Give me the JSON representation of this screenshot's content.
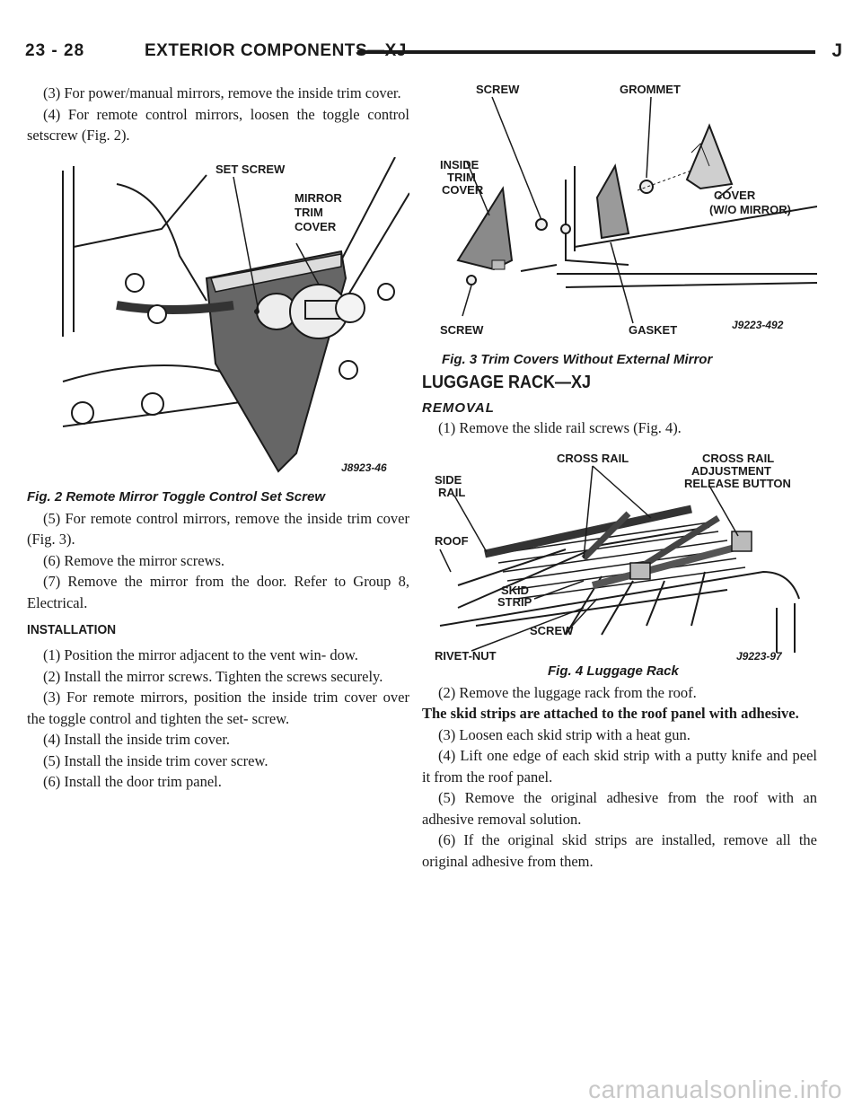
{
  "header": {
    "page_number": "23 - 28",
    "title": "EXTERIOR COMPONENTS—XJ",
    "brand": "J"
  },
  "left": {
    "steps_top": [
      "(3) For power/manual mirrors, remove the inside trim cover.",
      "(4) For remote control mirrors, loosen the toggle control setscrew (Fig. 2)."
    ],
    "fig2": {
      "labels": [
        "SET SCREW",
        "MIRROR",
        "TRIM",
        "COVER"
      ],
      "id": "J8923-46",
      "caption": "Fig. 2 Remote Mirror Toggle Control Set Screw"
    },
    "steps_mid": [
      "(5) For remote control mirrors, remove the inside trim cover (Fig. 3).",
      "(6) Remove the mirror screws.",
      "(7) Remove the mirror from the door. Refer to Group 8, Electrical."
    ],
    "installation_heading": "INSTALLATION",
    "installation_steps": [
      "(1) Position the mirror adjacent to the vent win- dow.",
      "(2) Install the mirror screws. Tighten the screws securely.",
      "(3) For remote mirrors, position the inside trim cover over the toggle control and tighten the set- screw.",
      "(4) Install the inside trim cover.",
      "(5) Install the inside trim cover screw.",
      "(6) Install the door trim panel."
    ]
  },
  "right": {
    "fig3": {
      "labels": {
        "screw_top": "SCREW",
        "grommet": "GROMMET",
        "inside": "INSIDE",
        "trim": "TRIM",
        "cover": "COVER",
        "cover_wo": "COVER",
        "wo_mirror": "(W/O MIRROR)",
        "screw_bottom": "SCREW",
        "gasket": "GASKET"
      },
      "id": "J9223-492",
      "caption": "Fig. 3 Trim Covers Without External Mirror"
    },
    "section_heading": "LUGGAGE RACK—XJ",
    "removal_heading": "REMOVAL",
    "removal_step1": "(1) Remove the slide rail screws (Fig. 4).",
    "fig4": {
      "labels": {
        "cross_rail": "CROSS RAIL",
        "cross_rail_adj_1": "CROSS RAIL",
        "cross_rail_adj_2": "ADJUSTMENT",
        "cross_rail_adj_3": "RELEASE BUTTON",
        "side": "SIDE",
        "rail": "RAIL",
        "roof": "ROOF",
        "skid": "SKID",
        "strip": "STRIP",
        "screw": "SCREW",
        "rivet_nut": "RIVET-NUT"
      },
      "id": "J9223-97",
      "caption": "Fig. 4 Luggage Rack"
    },
    "step2": "(2) Remove the luggage rack from the roof.",
    "bold_note": "The skid strips are attached to the roof panel with adhesive.",
    "steps_after": [
      "(3) Loosen each skid strip with a heat gun.",
      "(4) Lift one edge of each skid strip with a putty knife and peel it from the roof panel.",
      "(5) Remove the original adhesive from the roof with an adhesive removal solution.",
      "(6) If the original skid strips are installed, remove all the original adhesive from them."
    ]
  },
  "watermark": "carmanualsonline.info"
}
